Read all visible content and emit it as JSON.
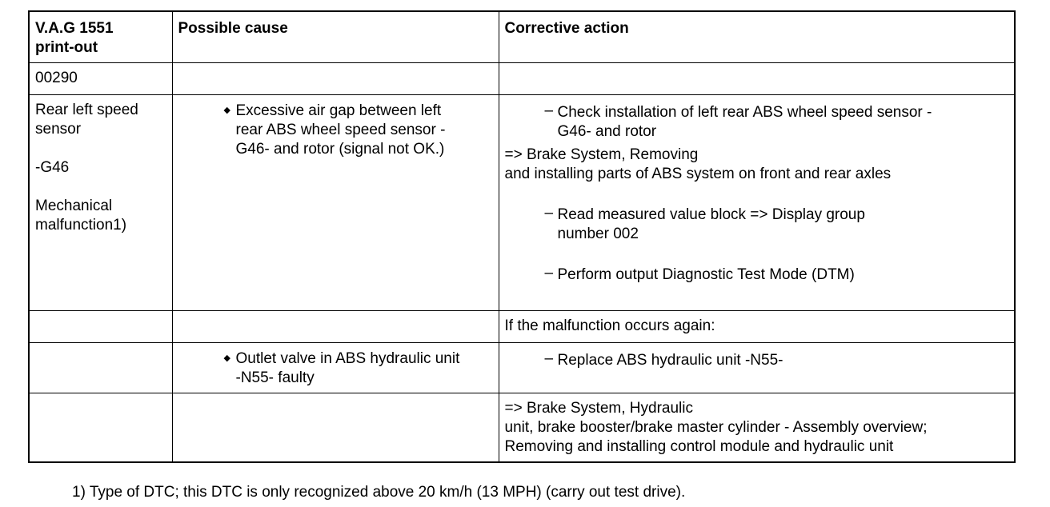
{
  "table": {
    "headers": {
      "col1": "V.A.G 1551\nprint-out",
      "col1_line1": "V.A.G 1551",
      "col1_line2": "print-out",
      "col2": "Possible cause",
      "col3": "Corrective action"
    },
    "code_row": {
      "code": "00290"
    },
    "main_row": {
      "component_line1": "Rear left speed",
      "component_line2": "sensor",
      "component_id": "-G46",
      "fault_line1": "Mechanical",
      "fault_line2": "malfunction1)",
      "cause_bullet": "◆",
      "cause_line1": "Excessive air gap between left",
      "cause_line2": "rear ABS wheel speed sensor -",
      "cause_line3": "G46- and rotor (signal not OK.)",
      "dash": "–",
      "action1_line1": "Check installation of left rear ABS wheel speed sensor -",
      "action1_line2": "G46- and rotor",
      "ref1_line1": "=>  Brake System, Removing",
      "ref1_line2": "and installing parts of ABS system on front and rear axles",
      "action2_line1": "Read measured value block => Display group",
      "action2_line2": "number 002",
      "action3": "Perform output Diagnostic Test Mode (DTM)"
    },
    "if_row": {
      "text": "If the malfunction occurs again:"
    },
    "valve_row": {
      "cause_bullet": "◆",
      "cause_line1": "Outlet valve in ABS hydraulic unit",
      "cause_line2": "-N55- faulty",
      "dash": "–",
      "action": "Replace ABS hydraulic unit -N55-"
    },
    "ref_row": {
      "line1": "=> Brake System, Hydraulic",
      "line2": "unit, brake booster/brake master cylinder - Assembly overview;",
      "line3": "Removing and installing control module and hydraulic unit"
    }
  },
  "footnote": "1) Type of DTC; this DTC is only recognized above 20 km/h (13 MPH) (carry out test drive)."
}
